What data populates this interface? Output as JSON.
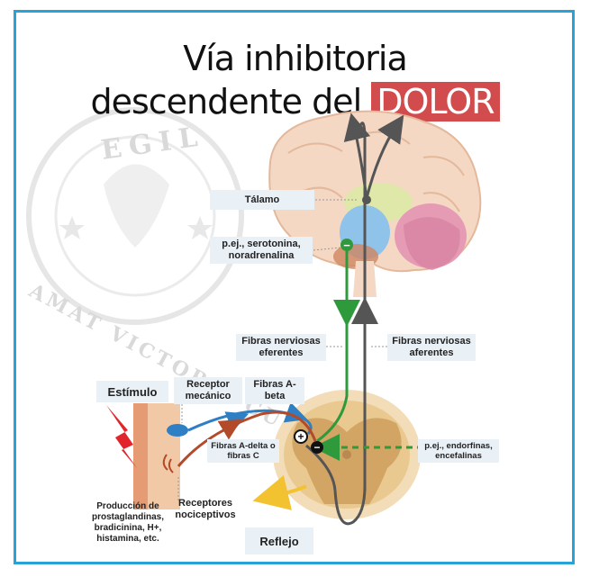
{
  "title": {
    "line1": "Vía inhibitoria",
    "line2_prefix": "descendente del ",
    "line2_highlight": "DOLOR"
  },
  "watermark": {
    "top": "EGIL",
    "bottom": "AMAT VICTORIA CURAM"
  },
  "labels": {
    "talamo": "Tálamo",
    "serotonina": "p.ej., serotonina, noradrenalina",
    "eferentes": "Fibras nerviosas eferentes",
    "aferentes": "Fibras nerviosas aferentes",
    "estimulo": "Estímulo",
    "receptor_mecanico": "Receptor mecánico",
    "fibras_abeta": "Fibras A-beta",
    "fibras_adelta": "Fibras A-delta o fibras C",
    "endorfinas": "p.ej., endorfinas, encefalinas",
    "produccion": "Producción de prostaglandinas, bradicinina, H+, histamina, etc.",
    "receptores_nociceptivos": "Receptores nociceptivos",
    "reflejo": "Reflejo"
  },
  "signs": {
    "minus": "−",
    "plus": "+"
  },
  "colors": {
    "frame": "#27a3d8",
    "highlight": "#d24c4e",
    "inhibitory": "#2e9a3c",
    "afferent": "#555555",
    "abeta": "#2f7fc4",
    "adelta": "#b34a2a",
    "reflex": "#f2c230",
    "stimulus": "#e0262b"
  }
}
